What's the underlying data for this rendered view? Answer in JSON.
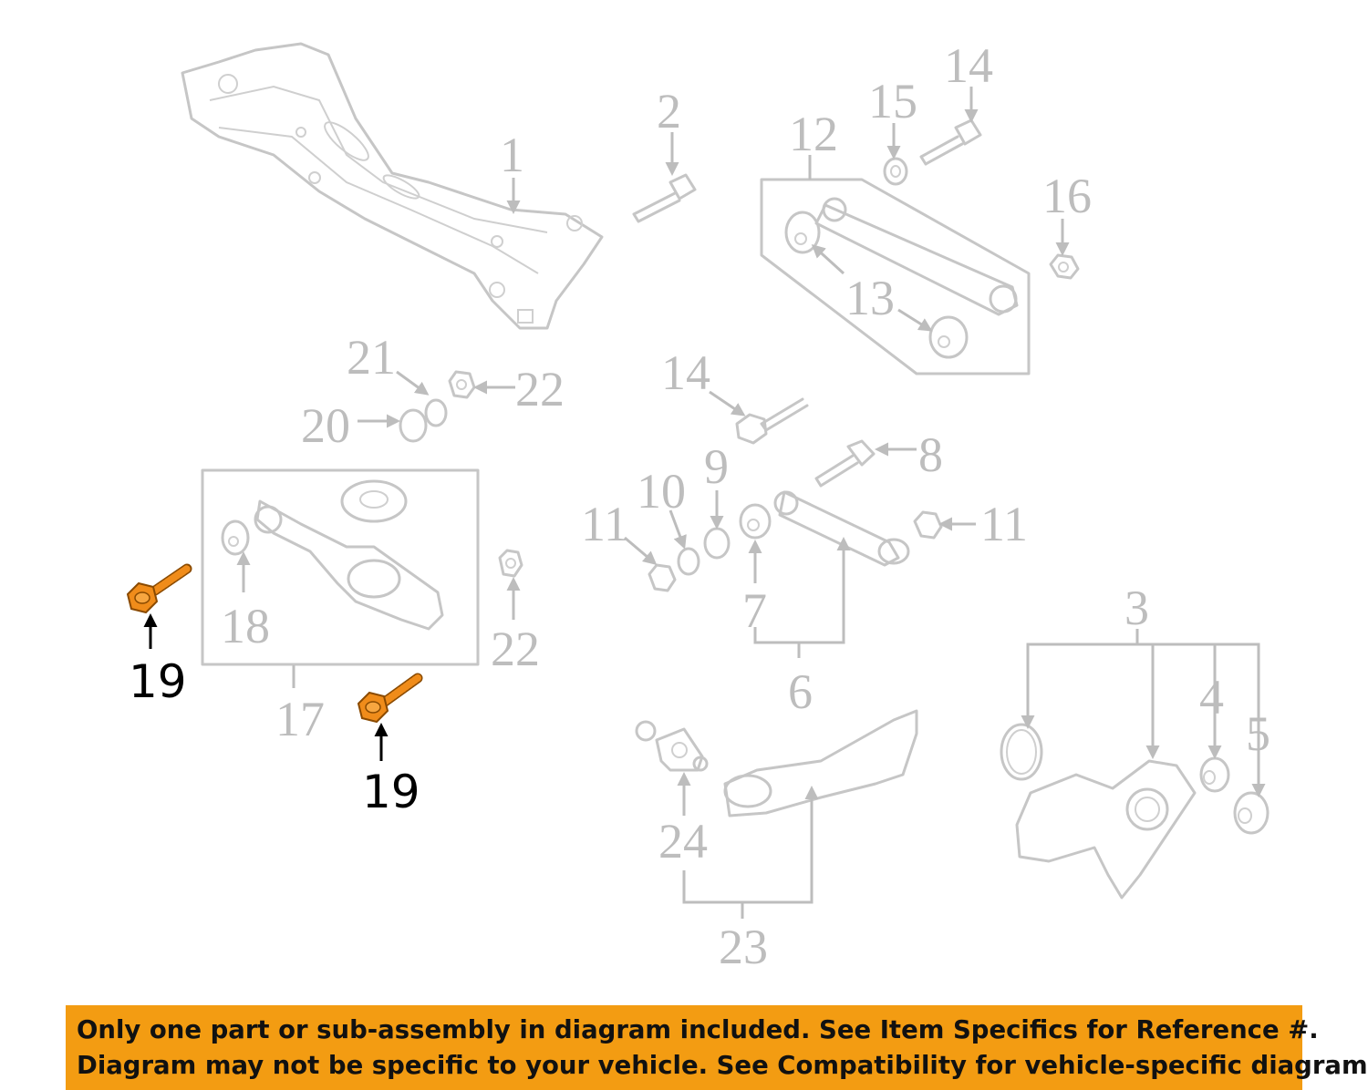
{
  "diagram": {
    "highlight_color": "#f08c1a",
    "muted_color": "#bdbdbd",
    "callouts": {
      "c1": "1",
      "c2": "2",
      "c3": "3",
      "c4": "4",
      "c5": "5",
      "c6": "6",
      "c7": "7",
      "c8": "8",
      "c9": "9",
      "c10": "10",
      "c11a": "11",
      "c11b": "11",
      "c12": "12",
      "c13": "13",
      "c14a": "14",
      "c14b": "14",
      "c15": "15",
      "c16": "16",
      "c17": "17",
      "c18": "18",
      "c19a": "19",
      "c19b": "19",
      "c20": "20",
      "c21": "21",
      "c22a": "22",
      "c22b": "22",
      "c23": "23",
      "c24": "24"
    }
  },
  "notice": {
    "background": "#f39c12",
    "line1": "Only one part or sub-assembly in diagram included. See Item Specifics for Reference #.",
    "line2": "Diagram may not be specific to your vehicle. See Compatibility for vehicle-specific diagrams."
  }
}
